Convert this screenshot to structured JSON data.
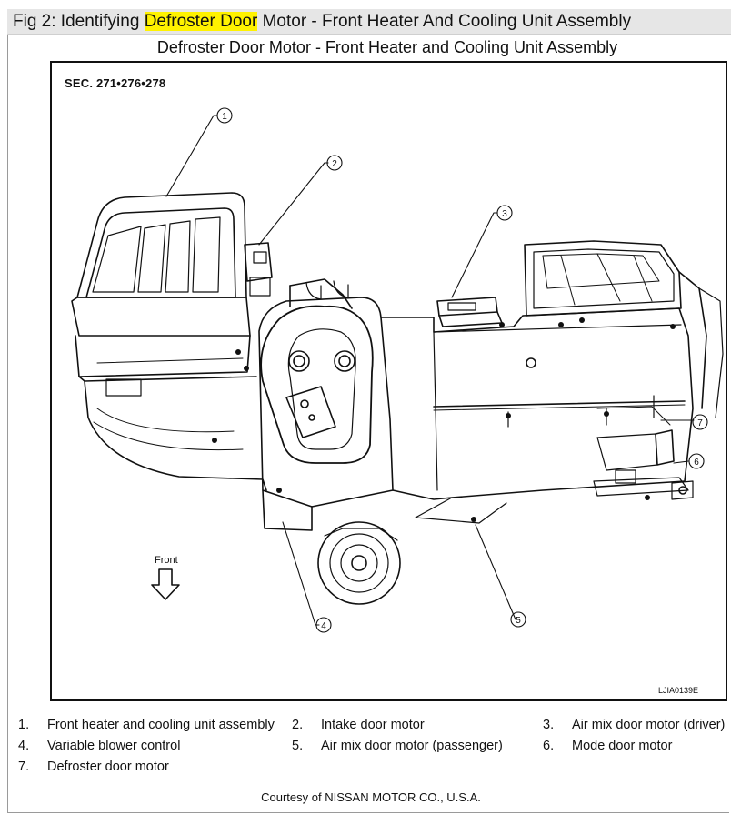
{
  "header": {
    "prefix": "Fig 2: Identifying ",
    "highlight": "Defroster Door",
    "suffix": " Motor - Front Heater And Cooling Unit Assembly",
    "highlight_color": "#fff200"
  },
  "subtitle": "Defroster Door Motor - Front Heater and Cooling Unit Assembly",
  "diagram": {
    "section_ref": "SEC. 271•276•278",
    "image_code": "LJIA0139E",
    "front_label": "Front",
    "callouts": [
      "1",
      "2",
      "3",
      "4",
      "5",
      "6",
      "7"
    ]
  },
  "legend": [
    {
      "num": "1.",
      "text": "Front heater and cooling unit assembly"
    },
    {
      "num": "2.",
      "text": "Intake door motor"
    },
    {
      "num": "3.",
      "text": "Air mix door motor (driver)"
    },
    {
      "num": "4.",
      "text": "Variable blower control"
    },
    {
      "num": "5.",
      "text": "Air mix door motor (passenger)"
    },
    {
      "num": "6.",
      "text": "Mode door motor"
    },
    {
      "num": "7.",
      "text": "Defroster door motor"
    }
  ],
  "credit": "Courtesy of NISSAN MOTOR CO., U.S.A."
}
